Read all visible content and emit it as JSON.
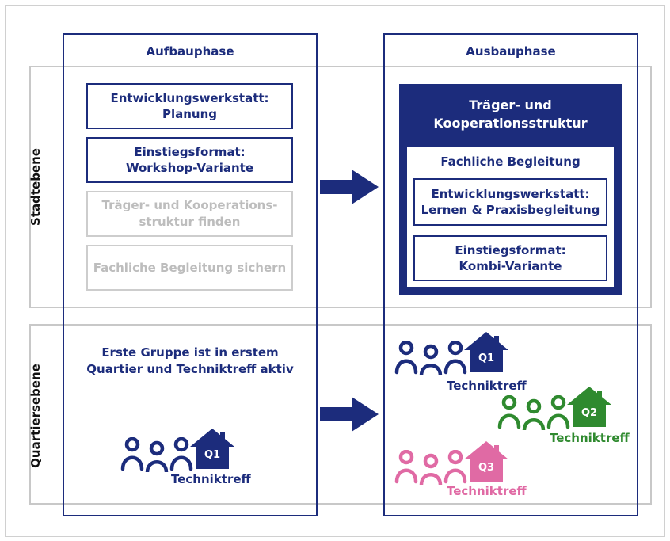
{
  "columns": {
    "left_title": "Aufbauphase",
    "right_title": "Ausbauphase"
  },
  "rows": {
    "top_label": "Stadtebene",
    "bottom_label": "Quartiersebene"
  },
  "left_top": {
    "box1": [
      "Entwicklungswerkstatt:",
      "Planung"
    ],
    "box2": [
      "Einstiegsformat:",
      "Workshop-Variante"
    ],
    "box3": [
      "Träger- und Kooperations-",
      "struktur finden"
    ],
    "box4": "Fachliche Begleitung sichern"
  },
  "right_top": {
    "outer": [
      "Träger- und",
      "Kooperationsstruktur"
    ],
    "inner_title": "Fachliche Begleitung",
    "box1": [
      "Entwicklungswerkstatt:",
      "Lernen & Praxisbegleitung"
    ],
    "box2": [
      "Einstiegsformat:",
      "Kombi-Variante"
    ]
  },
  "left_bottom": {
    "text": [
      "Erste Gruppe ist in erstem",
      "Quartier und Techniktreff aktiv"
    ],
    "group": {
      "house_label": "Q1",
      "caption": "Techniktreff",
      "color": "#1c2c7c"
    }
  },
  "right_bottom": {
    "groups": [
      {
        "house_label": "Q1",
        "caption": "Techniktreff",
        "color": "#1c2c7c"
      },
      {
        "house_label": "Q2",
        "caption": "Techniktreff",
        "color": "#2f8a2f"
      },
      {
        "house_label": "Q3",
        "caption": "Techniktreff",
        "color": "#e06aa4"
      }
    ]
  },
  "colors": {
    "navy": "#1c2c7c",
    "grey_border": "#c8c8c8",
    "grey_text": "#bdbdbd",
    "green": "#2f8a2f",
    "pink": "#e06aa4"
  },
  "icons": [
    "people-icon",
    "house-icon",
    "arrow-right-icon"
  ]
}
